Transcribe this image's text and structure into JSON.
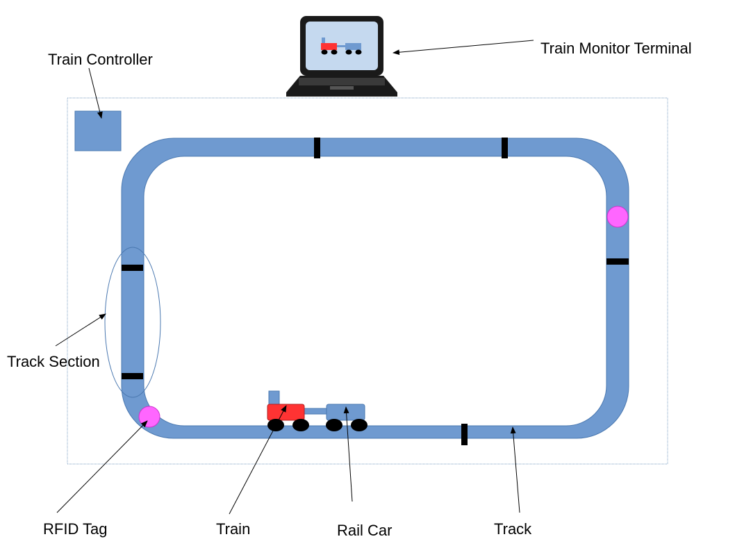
{
  "labels": {
    "train_controller": "Train Controller",
    "train_monitor_terminal": "Train Monitor Terminal",
    "track_section": "Track Section",
    "rfid_tag": "RFID Tag",
    "train": "Train",
    "rail_car": "Rail Car",
    "track": "Track"
  },
  "colors": {
    "track_fill": "#6f9ad0",
    "track_stroke": "#4a78b0",
    "controller_fill": "#6f9ad0",
    "section_divider": "#000000",
    "rfid_tag": "#ff66ff",
    "locomotive": "#ff3333",
    "rail_car": "#6f9ad0",
    "wheel": "#000000",
    "laptop_body": "#1a1a1a",
    "laptop_screen": "#c5d9ef",
    "boundary": "#7a9cc0",
    "text": "#000000"
  },
  "icons": {
    "terminal": "laptop-icon",
    "controller": "controller-box-icon",
    "tag": "rfid-tag-icon"
  }
}
